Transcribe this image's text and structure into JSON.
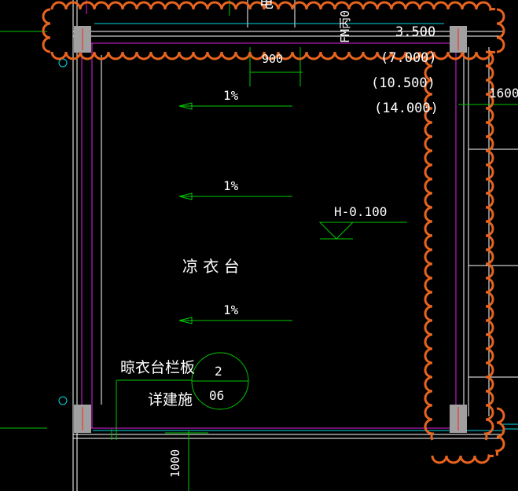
{
  "drawing": {
    "elevations": [
      "3.500",
      "(7.000)",
      "(10.500)",
      "(14.000)"
    ],
    "door_tag": "FM丙0",
    "top_dim": "900",
    "right_dim": "1600",
    "bottom_dim": "1000",
    "slope_labels": [
      "1%",
      "1%",
      "1%"
    ],
    "floor_level": "H-0.100",
    "room_name": "凉 衣 台",
    "note_line1": "晾衣台栏板",
    "note_line2": "详建施",
    "detail_number": "2",
    "detail_sheet": "06",
    "cut_text_top": "电"
  },
  "colors": {
    "background": "#000000",
    "revision_cloud": "#e8641e",
    "wall": "#ffffff",
    "dimension": "#00c800",
    "magenta": "#e020e0",
    "cyan": "#00d8e8",
    "column": "#a0a0a0"
  }
}
